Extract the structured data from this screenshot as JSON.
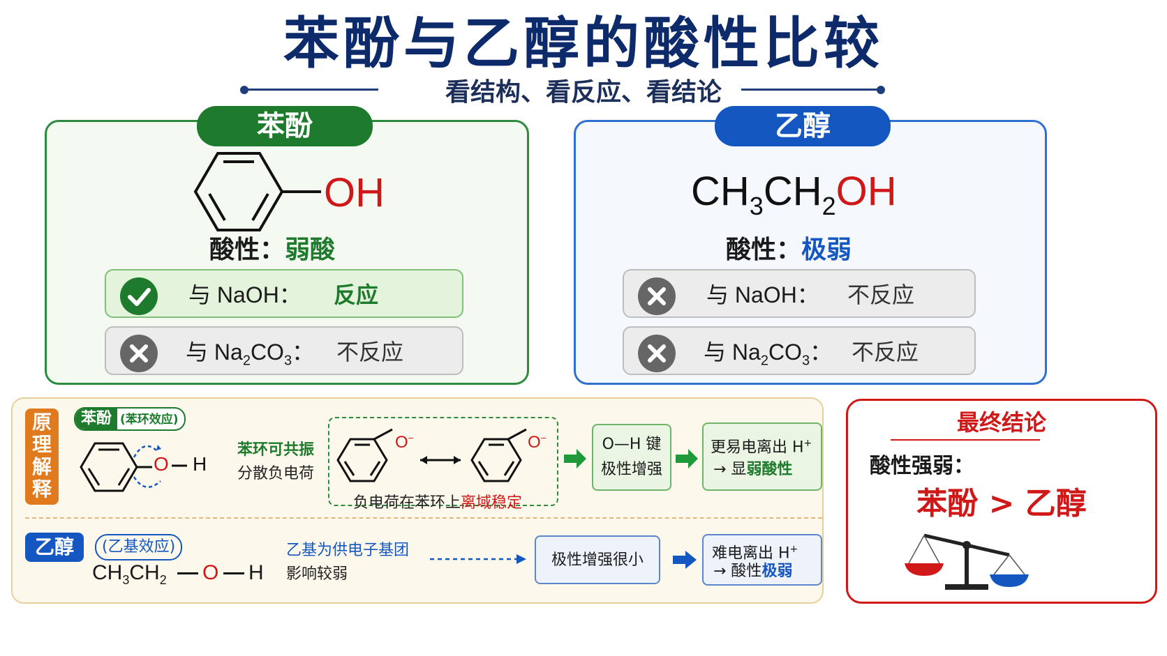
{
  "title": "苯酚与乙醇的酸性比较",
  "subtitle": "看结构、看反应、看结论",
  "phenol": {
    "tab": "苯酚",
    "oh": "OH",
    "acid_label": "酸性：",
    "acid_value": "弱酸",
    "naoh_label": "与 NaOH：",
    "naoh_result": "反应",
    "na2co3_prefix": "与 Na",
    "na2co3_sub1": "2",
    "na2co3_mid": "CO",
    "na2co3_sub2": "3",
    "na2co3_suffix": "：",
    "na2co3_result": "不反应"
  },
  "ethanol": {
    "tab": "乙醇",
    "f1": "CH",
    "f_sub1": "3",
    "f2": "CH",
    "f_sub2": "2",
    "f_oh": "OH",
    "acid_label": "酸性：",
    "acid_value": "极弱",
    "naoh_label": "与 NaOH：",
    "naoh_result": "不反应",
    "na2co3_prefix": "与 Na",
    "na2co3_sub1": "2",
    "na2co3_mid": "CO",
    "na2co3_sub2": "3",
    "na2co3_suffix": "：",
    "na2co3_result": "不反应"
  },
  "principle": {
    "side_label": "原理解释",
    "phenol_tag": "苯酚",
    "phenol_effect": "(苯环效应)",
    "phenol_o": "O",
    "phenol_h": "H",
    "phenol_note1": "苯环可共振",
    "phenol_note2": "分散负电荷",
    "anion_o": "O",
    "anion_charge": "−",
    "deloc_prefix": "负电荷在苯环上",
    "deloc_highlight": "离域稳定",
    "box1_line1": "O—H 键",
    "box1_line2": "极性增强",
    "box2_line1": "更易电离出 H",
    "box2_sup": "+",
    "box2_line2_prefix": "→ 显",
    "box2_line2_highlight": "弱酸性",
    "ethanol_tag": "乙醇",
    "ethanol_effect": "(乙基效应)",
    "eth_f1": "CH",
    "eth_s1": "3",
    "eth_f2": "CH",
    "eth_s2": "2",
    "eth_o": "O",
    "eth_h": "H",
    "ethanol_note1": "乙基为供电子基团",
    "ethanol_note2": "影响较弱",
    "box3": "极性增强很小",
    "box4_line1": "难电离出 H",
    "box4_sup": "+",
    "box4_line2_prefix": "→ 酸性",
    "box4_line2_highlight": "极弱"
  },
  "conclusion": {
    "title": "最终结论",
    "label": "酸性强弱：",
    "left": "苯酚",
    "op": ">",
    "right": "乙醇"
  },
  "colors": {
    "green": "#1e7a2c",
    "blue": "#1557c0",
    "red": "#d01818",
    "navy": "#0d2a6b",
    "orange": "#e07a1c"
  }
}
